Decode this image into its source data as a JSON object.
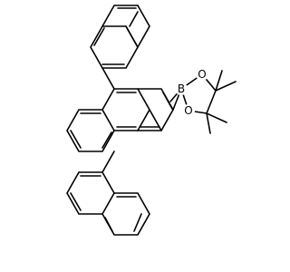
{
  "molecule": {
    "atoms": {
      "boron": "B",
      "oxygen_1": "O",
      "oxygen_2": "O"
    }
  }
}
